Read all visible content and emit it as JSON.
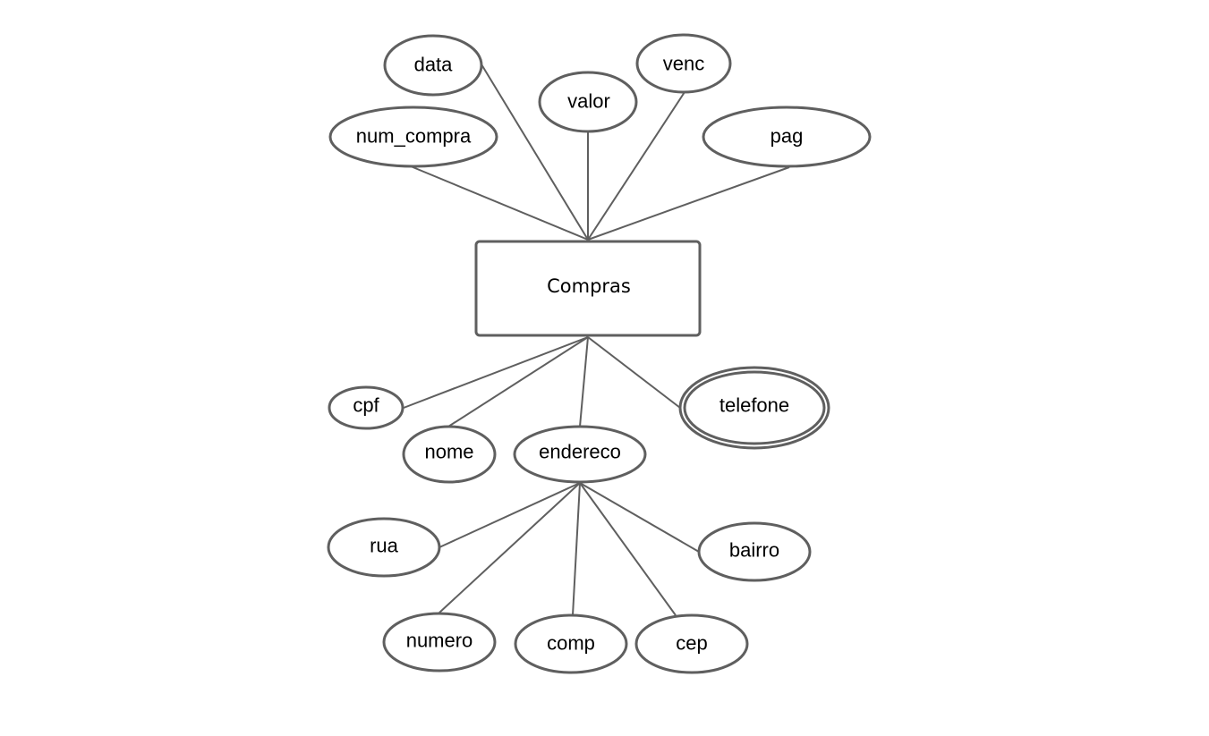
{
  "diagram": {
    "entity": {
      "name": "Compras"
    },
    "top_attributes": {
      "data": "data",
      "valor": "valor",
      "venc": "venc",
      "num_compra": "num_compra",
      "pag": "pag"
    },
    "bottom_attributes": {
      "cpf": "cpf",
      "nome": "nome",
      "endereco": "endereco",
      "telefone": "telefone"
    },
    "endereco_subattributes": {
      "rua": "rua",
      "bairro": "bairro",
      "numero": "numero",
      "comp": "comp",
      "cep": "cep"
    },
    "multivalued_attributes": [
      "telefone"
    ],
    "colors": {
      "stroke": "#5f5f5f",
      "text": "#000000",
      "background": "#ffffff"
    }
  }
}
